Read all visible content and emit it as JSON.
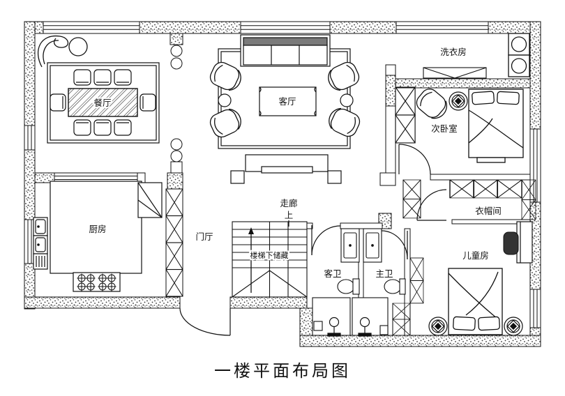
{
  "title": "一楼平面布局图",
  "labels": {
    "dining": "餐厅",
    "living": "客厅",
    "laundry": "洗衣房",
    "second_bedroom": "次卧室",
    "cloakroom": "衣帽间",
    "kids_room": "儿童房",
    "kitchen": "厨房",
    "foyer": "门厅",
    "corridor": "走廊",
    "up": "上",
    "stair_storage": "楼梯下储藏",
    "guest_bath": "客卫",
    "master_bath": "主卫"
  },
  "colors": {
    "line": "#1a1a1a",
    "wall_speckle_dot": "#333333",
    "sofa_back": "#7a7a7a",
    "paper": "#ffffff"
  }
}
